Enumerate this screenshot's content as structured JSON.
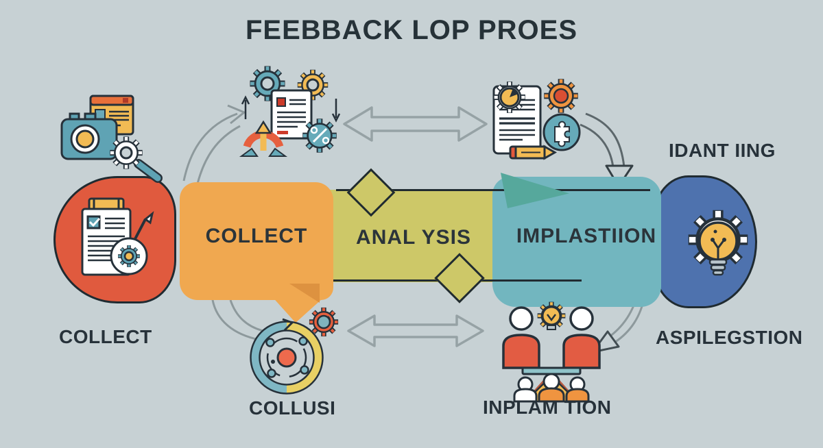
{
  "title": "FEEBBACK LOP PROES",
  "process_band": {
    "steps": [
      {
        "id": "stage-start",
        "label": "",
        "color": "#e05a3e",
        "icon": "clipboard-checklist-gear-pen-icon"
      },
      {
        "id": "stage-collect",
        "label": "COLLECT",
        "color": "#f0a850"
      },
      {
        "id": "stage-analysis",
        "label": "ANAL YSIS",
        "color": "#cdc868"
      },
      {
        "id": "stage-implastiion",
        "label": "IMPLASTIION",
        "color": "#72b6bf"
      },
      {
        "id": "stage-end",
        "label": "",
        "color": "#4e72ae",
        "icon": "gear-lightbulb-icon"
      }
    ]
  },
  "outer_labels": {
    "bottom_left": "COLLECT",
    "top_right": "IDANT IING",
    "bottom_right": "ASPILEGSTION",
    "bottom_center_left": "COLLUSI",
    "bottom_center_right": "INPLAM TION"
  },
  "icon_text": {
    "percent": "%"
  },
  "icons": [
    "camera-browser-gear-magnifier-icon",
    "gears-document-gauge-percent-icon",
    "document-piechart-gear-puzzle-pencil-icon",
    "clipboard-checklist-gear-pen-icon",
    "gear-lightbulb-icon",
    "cycle-diagram-gear-icon",
    "team-meeting-lightbulb-icon"
  ],
  "colors": {
    "background": "#c7d1d4",
    "title_text": "#263238",
    "stage_red": "#e05a3e",
    "stage_orange": "#f0a850",
    "stage_yellow": "#cdc868",
    "stage_teal": "#72b6bf",
    "teal_fold": "#56a89c",
    "stage_blue": "#4e72ae",
    "accent_yellow": "#f2bb54",
    "accent_teal": "#66aab9",
    "accent_red": "#e2593c",
    "outline_dark": "#26313a",
    "arrow_gray": "#8d999c"
  }
}
